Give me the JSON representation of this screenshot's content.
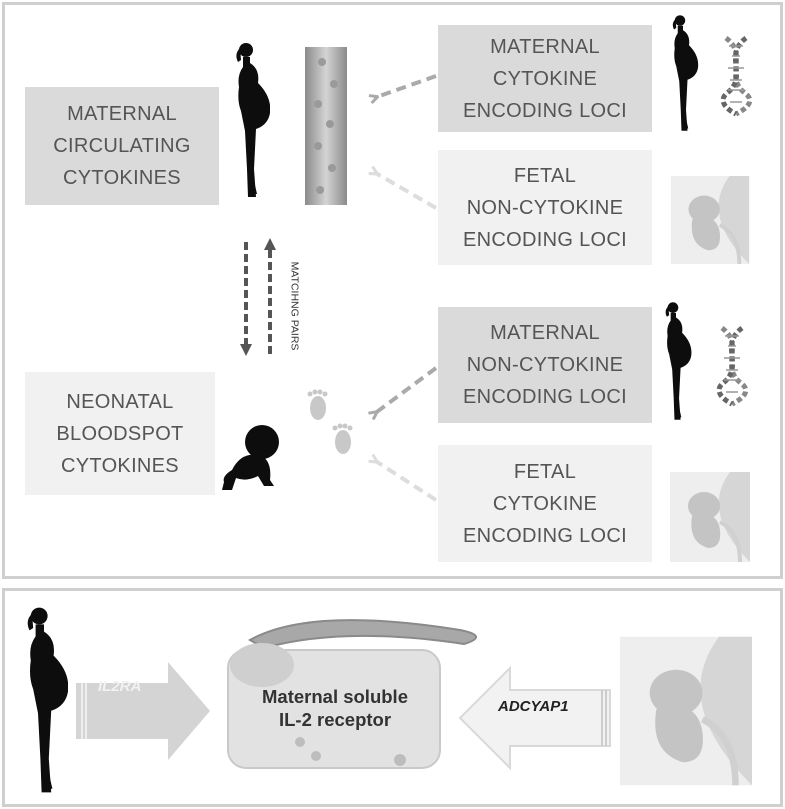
{
  "top_panel": {
    "maternal_circulating": [
      "MATERNAL",
      "CIRCULATING",
      "CYTOKINES"
    ],
    "neonatal_bloodspot": [
      "NEONATAL",
      "BLOODSPOT",
      "CYTOKINES"
    ],
    "maternal_cytokine_loci": [
      "MATERNAL",
      "CYTOKINE",
      "ENCODING LOCI"
    ],
    "fetal_noncytokine_loci": [
      "FETAL",
      "NON-CYTOKINE",
      "ENCODING LOCI"
    ],
    "maternal_noncytokine_loci": [
      "MATERNAL",
      "NON-CYTOKINE",
      "ENCODING LOCI"
    ],
    "fetal_cytokine_loci": [
      "FETAL",
      "CYTOKINE",
      "ENCODING LOCI"
    ],
    "matching_pairs": "MATCIHNG PAIRS"
  },
  "bottom_panel": {
    "left_gene": "IL2RA",
    "right_gene": "ADCYAP1",
    "receptor_line1": "Maternal soluble",
    "receptor_line2": "IL-2 receptor"
  },
  "colors": {
    "dark_box": "#dadada",
    "light_box": "#f1f1f1",
    "panel_border": "#cfcfcf",
    "silhouette": "#0d0d0d"
  }
}
